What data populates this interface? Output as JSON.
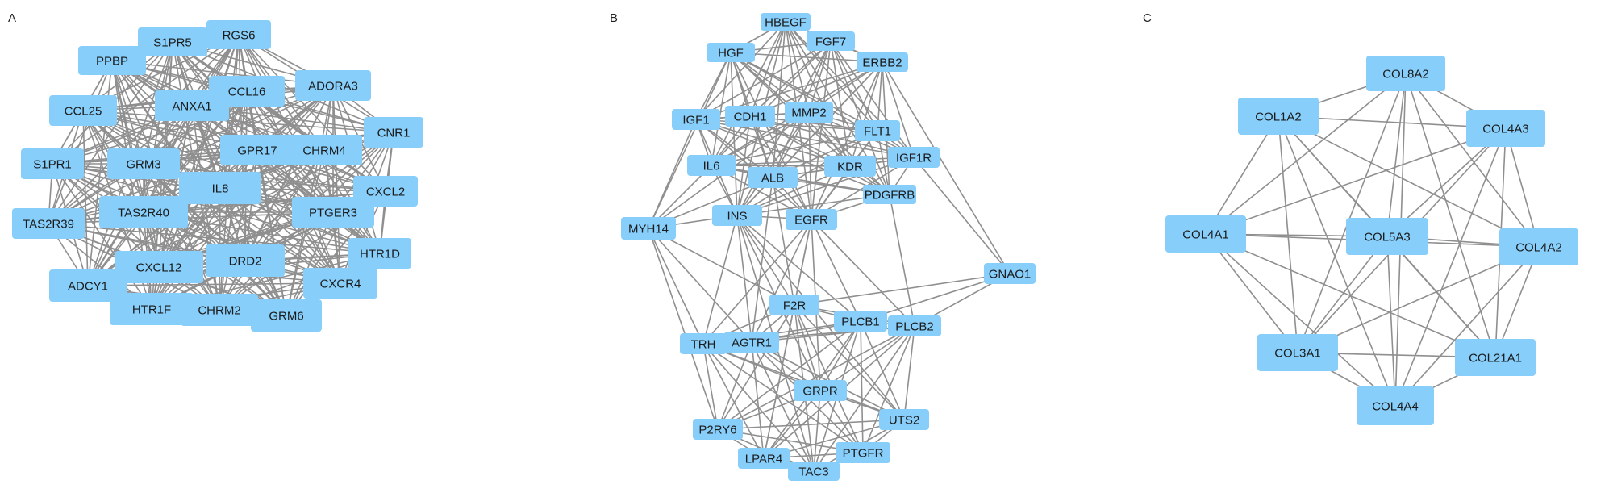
{
  "figure": {
    "node_color": "#87cefa",
    "edge_color": "#8f8f8f",
    "panels": [
      {
        "label": "A",
        "nodes": [
          "RGS6",
          "S1PR5",
          "PPBP",
          "ADORA3",
          "CCL16",
          "ANXA1",
          "CCL25",
          "CNR1",
          "GPR17",
          "CHRM4",
          "GRM3",
          "S1PR1",
          "CXCL2",
          "IL8",
          "TAS2R40",
          "PTGER3",
          "TAS2R39",
          "HTR1D",
          "DRD2",
          "CXCL12",
          "CXCR4",
          "ADCY1",
          "CHRM2",
          "HTR1F",
          "GRM6"
        ],
        "edges": "complete"
      },
      {
        "label": "B",
        "nodes": [
          "HBEGF",
          "FGF7",
          "HGF",
          "ERBB2",
          "IGF1",
          "CDH1",
          "MMP2",
          "FLT1",
          "IL6",
          "KDR",
          "IGF1R",
          "ALB",
          "PDGFRB",
          "INS",
          "EGFR",
          "MYH14",
          "GNAO1",
          "F2R",
          "PLCB1",
          "PLCB2",
          "TRH",
          "AGTR1",
          "GRPR",
          "UTS2",
          "P2RY6",
          "PTGFR",
          "LPAR4",
          "TAC3"
        ],
        "edges": [
          [
            "HBEGF",
            "HGF"
          ],
          [
            "HBEGF",
            "FGF7"
          ],
          [
            "HBEGF",
            "ERBB2"
          ],
          [
            "HBEGF",
            "IGF1"
          ],
          [
            "HBEGF",
            "CDH1"
          ],
          [
            "HBEGF",
            "MMP2"
          ],
          [
            "HBEGF",
            "FLT1"
          ],
          [
            "HBEGF",
            "KDR"
          ],
          [
            "HBEGF",
            "IL6"
          ],
          [
            "HBEGF",
            "ALB"
          ],
          [
            "HBEGF",
            "EGFR"
          ],
          [
            "HBEGF",
            "INS"
          ],
          [
            "HBEGF",
            "IGF1R"
          ],
          [
            "HBEGF",
            "PDGFRB"
          ],
          [
            "FGF7",
            "HGF"
          ],
          [
            "FGF7",
            "ERBB2"
          ],
          [
            "FGF7",
            "IGF1"
          ],
          [
            "FGF7",
            "CDH1"
          ],
          [
            "FGF7",
            "MMP2"
          ],
          [
            "FGF7",
            "FLT1"
          ],
          [
            "FGF7",
            "KDR"
          ],
          [
            "FGF7",
            "IL6"
          ],
          [
            "FGF7",
            "ALB"
          ],
          [
            "FGF7",
            "EGFR"
          ],
          [
            "FGF7",
            "INS"
          ],
          [
            "FGF7",
            "PDGFRB"
          ],
          [
            "FGF7",
            "IGF1R"
          ],
          [
            "HGF",
            "ERBB2"
          ],
          [
            "HGF",
            "IGF1"
          ],
          [
            "HGF",
            "CDH1"
          ],
          [
            "HGF",
            "MMP2"
          ],
          [
            "HGF",
            "FLT1"
          ],
          [
            "HGF",
            "KDR"
          ],
          [
            "HGF",
            "IL6"
          ],
          [
            "HGF",
            "ALB"
          ],
          [
            "HGF",
            "EGFR"
          ],
          [
            "HGF",
            "INS"
          ],
          [
            "HGF",
            "MYH14"
          ],
          [
            "HGF",
            "PDGFRB"
          ],
          [
            "HGF",
            "IGF1R"
          ],
          [
            "ERBB2",
            "IGF1"
          ],
          [
            "ERBB2",
            "CDH1"
          ],
          [
            "ERBB2",
            "MMP2"
          ],
          [
            "ERBB2",
            "FLT1"
          ],
          [
            "ERBB2",
            "KDR"
          ],
          [
            "ERBB2",
            "IL6"
          ],
          [
            "ERBB2",
            "ALB"
          ],
          [
            "ERBB2",
            "EGFR"
          ],
          [
            "ERBB2",
            "INS"
          ],
          [
            "ERBB2",
            "IGF1R"
          ],
          [
            "ERBB2",
            "PDGFRB"
          ],
          [
            "ERBB2",
            "GNAO1"
          ],
          [
            "IGF1",
            "CDH1"
          ],
          [
            "IGF1",
            "MMP2"
          ],
          [
            "IGF1",
            "FLT1"
          ],
          [
            "IGF1",
            "KDR"
          ],
          [
            "IGF1",
            "IL6"
          ],
          [
            "IGF1",
            "ALB"
          ],
          [
            "IGF1",
            "EGFR"
          ],
          [
            "IGF1",
            "INS"
          ],
          [
            "IGF1",
            "IGF1R"
          ],
          [
            "IGF1",
            "MYH14"
          ],
          [
            "IGF1",
            "PDGFRB"
          ],
          [
            "CDH1",
            "MMP2"
          ],
          [
            "CDH1",
            "FLT1"
          ],
          [
            "CDH1",
            "KDR"
          ],
          [
            "CDH1",
            "IL6"
          ],
          [
            "CDH1",
            "ALB"
          ],
          [
            "CDH1",
            "EGFR"
          ],
          [
            "CDH1",
            "INS"
          ],
          [
            "CDH1",
            "IGF1R"
          ],
          [
            "CDH1",
            "PDGFRB"
          ],
          [
            "MMP2",
            "FLT1"
          ],
          [
            "MMP2",
            "KDR"
          ],
          [
            "MMP2",
            "IL6"
          ],
          [
            "MMP2",
            "ALB"
          ],
          [
            "MMP2",
            "EGFR"
          ],
          [
            "MMP2",
            "INS"
          ],
          [
            "MMP2",
            "IGF1R"
          ],
          [
            "MMP2",
            "PDGFRB"
          ],
          [
            "MMP2",
            "MYH14"
          ],
          [
            "FLT1",
            "KDR"
          ],
          [
            "FLT1",
            "IL6"
          ],
          [
            "FLT1",
            "ALB"
          ],
          [
            "FLT1",
            "EGFR"
          ],
          [
            "FLT1",
            "IGF1R"
          ],
          [
            "FLT1",
            "PDGFRB"
          ],
          [
            "FLT1",
            "INS"
          ],
          [
            "IL6",
            "KDR"
          ],
          [
            "IL6",
            "ALB"
          ],
          [
            "IL6",
            "EGFR"
          ],
          [
            "IL6",
            "INS"
          ],
          [
            "IL6",
            "IGF1R"
          ],
          [
            "IL6",
            "PDGFRB"
          ],
          [
            "IL6",
            "MYH14"
          ],
          [
            "KDR",
            "ALB"
          ],
          [
            "KDR",
            "EGFR"
          ],
          [
            "KDR",
            "INS"
          ],
          [
            "KDR",
            "IGF1R"
          ],
          [
            "KDR",
            "PDGFRB"
          ],
          [
            "IGF1R",
            "ALB"
          ],
          [
            "IGF1R",
            "EGFR"
          ],
          [
            "IGF1R",
            "INS"
          ],
          [
            "IGF1R",
            "PDGFRB"
          ],
          [
            "IGF1R",
            "GNAO1"
          ],
          [
            "ALB",
            "EGFR"
          ],
          [
            "ALB",
            "INS"
          ],
          [
            "ALB",
            "PDGFRB"
          ],
          [
            "ALB",
            "MYH14"
          ],
          [
            "ALB",
            "F2R"
          ],
          [
            "ALB",
            "AGTR1"
          ],
          [
            "PDGFRB",
            "EGFR"
          ],
          [
            "PDGFRB",
            "INS"
          ],
          [
            "PDGFRB",
            "PLCB2"
          ],
          [
            "INS",
            "EGFR"
          ],
          [
            "INS",
            "MYH14"
          ],
          [
            "INS",
            "F2R"
          ],
          [
            "INS",
            "AGTR1"
          ],
          [
            "INS",
            "TRH"
          ],
          [
            "INS",
            "GRPR"
          ],
          [
            "INS",
            "PLCB1"
          ],
          [
            "INS",
            "UTS2"
          ],
          [
            "INS",
            "TAC3"
          ],
          [
            "EGFR",
            "F2R"
          ],
          [
            "EGFR",
            "PLCB1"
          ],
          [
            "EGFR",
            "PLCB2"
          ],
          [
            "EGFR",
            "AGTR1"
          ],
          [
            "EGFR",
            "GRPR"
          ],
          [
            "EGFR",
            "LPAR4"
          ],
          [
            "EGFR",
            "TRH"
          ],
          [
            "MYH14",
            "TRH"
          ],
          [
            "MYH14",
            "P2RY6"
          ],
          [
            "MYH14",
            "AGTR1"
          ],
          [
            "MYH14",
            "F2R"
          ],
          [
            "GNAO1",
            "F2R"
          ],
          [
            "GNAO1",
            "PLCB1"
          ],
          [
            "GNAO1",
            "PLCB2"
          ],
          [
            "F2R",
            "PLCB1"
          ],
          [
            "F2R",
            "PLCB2"
          ],
          [
            "F2R",
            "AGTR1"
          ],
          [
            "F2R",
            "TRH"
          ],
          [
            "F2R",
            "GRPR"
          ],
          [
            "F2R",
            "UTS2"
          ],
          [
            "F2R",
            "P2RY6"
          ],
          [
            "F2R",
            "PTGFR"
          ],
          [
            "F2R",
            "LPAR4"
          ],
          [
            "F2R",
            "TAC3"
          ],
          [
            "PLCB1",
            "PLCB2"
          ],
          [
            "PLCB1",
            "AGTR1"
          ],
          [
            "PLCB1",
            "TRH"
          ],
          [
            "PLCB1",
            "GRPR"
          ],
          [
            "PLCB1",
            "UTS2"
          ],
          [
            "PLCB1",
            "P2RY6"
          ],
          [
            "PLCB1",
            "PTGFR"
          ],
          [
            "PLCB1",
            "LPAR4"
          ],
          [
            "PLCB1",
            "TAC3"
          ],
          [
            "PLCB2",
            "AGTR1"
          ],
          [
            "PLCB2",
            "TRH"
          ],
          [
            "PLCB2",
            "GRPR"
          ],
          [
            "PLCB2",
            "UTS2"
          ],
          [
            "PLCB2",
            "P2RY6"
          ],
          [
            "PLCB2",
            "PTGFR"
          ],
          [
            "PLCB2",
            "LPAR4"
          ],
          [
            "PLCB2",
            "TAC3"
          ],
          [
            "TRH",
            "AGTR1"
          ],
          [
            "TRH",
            "GRPR"
          ],
          [
            "TRH",
            "UTS2"
          ],
          [
            "TRH",
            "P2RY6"
          ],
          [
            "TRH",
            "PTGFR"
          ],
          [
            "TRH",
            "LPAR4"
          ],
          [
            "TRH",
            "TAC3"
          ],
          [
            "AGTR1",
            "GRPR"
          ],
          [
            "AGTR1",
            "UTS2"
          ],
          [
            "AGTR1",
            "P2RY6"
          ],
          [
            "AGTR1",
            "PTGFR"
          ],
          [
            "AGTR1",
            "LPAR4"
          ],
          [
            "AGTR1",
            "TAC3"
          ],
          [
            "GRPR",
            "UTS2"
          ],
          [
            "GRPR",
            "P2RY6"
          ],
          [
            "GRPR",
            "PTGFR"
          ],
          [
            "GRPR",
            "LPAR4"
          ],
          [
            "GRPR",
            "TAC3"
          ],
          [
            "UTS2",
            "P2RY6"
          ],
          [
            "UTS2",
            "PTGFR"
          ],
          [
            "UTS2",
            "LPAR4"
          ],
          [
            "UTS2",
            "TAC3"
          ],
          [
            "P2RY6",
            "PTGFR"
          ],
          [
            "P2RY6",
            "LPAR4"
          ],
          [
            "P2RY6",
            "TAC3"
          ],
          [
            "PTGFR",
            "LPAR4"
          ],
          [
            "PTGFR",
            "TAC3"
          ],
          [
            "LPAR4",
            "TAC3"
          ]
        ]
      },
      {
        "label": "C",
        "nodes": [
          "COL8A2",
          "COL1A2",
          "COL4A3",
          "COL4A1",
          "COL5A3",
          "COL4A2",
          "COL3A1",
          "COL21A1",
          "COL4A4"
        ],
        "edges": "complete"
      }
    ]
  }
}
